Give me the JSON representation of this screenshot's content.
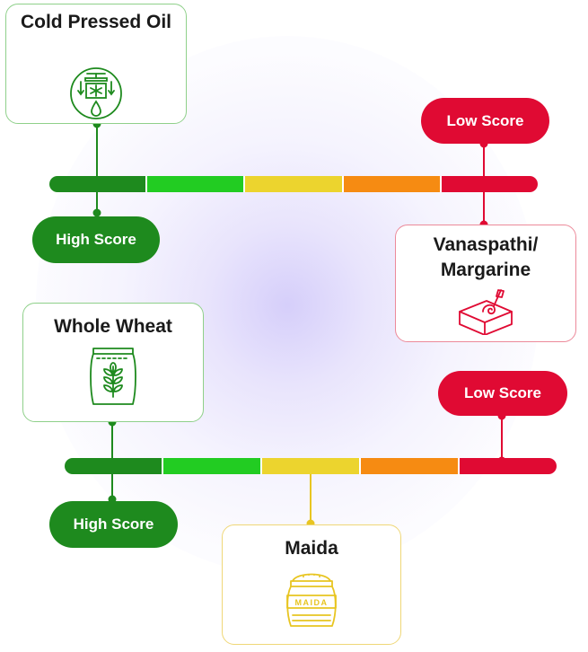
{
  "colors": {
    "scale": [
      "#1e8a1e",
      "#22cc22",
      "#ecd42e",
      "#f68b12",
      "#e00a33"
    ],
    "green": "#1e8a1e",
    "red": "#e00a33",
    "yellow": "#e8c521"
  },
  "comparisons": [
    {
      "good": {
        "title": "Cold Pressed Oil",
        "icon": "cold-press-oil-icon"
      },
      "good_badge": "High Score",
      "bad": {
        "title": "Vanaspathi/ Margarine",
        "icon": "margarine-block-icon"
      },
      "bad_badge": "Low Score"
    },
    {
      "good": {
        "title": "Whole Wheat",
        "icon": "wheat-flour-bag-icon"
      },
      "good_badge": "High Score",
      "bad": {
        "title": "Maida",
        "icon": "maida-sack-icon",
        "icon_label": "MAIDA"
      },
      "bad_badge": "Low Score"
    }
  ]
}
